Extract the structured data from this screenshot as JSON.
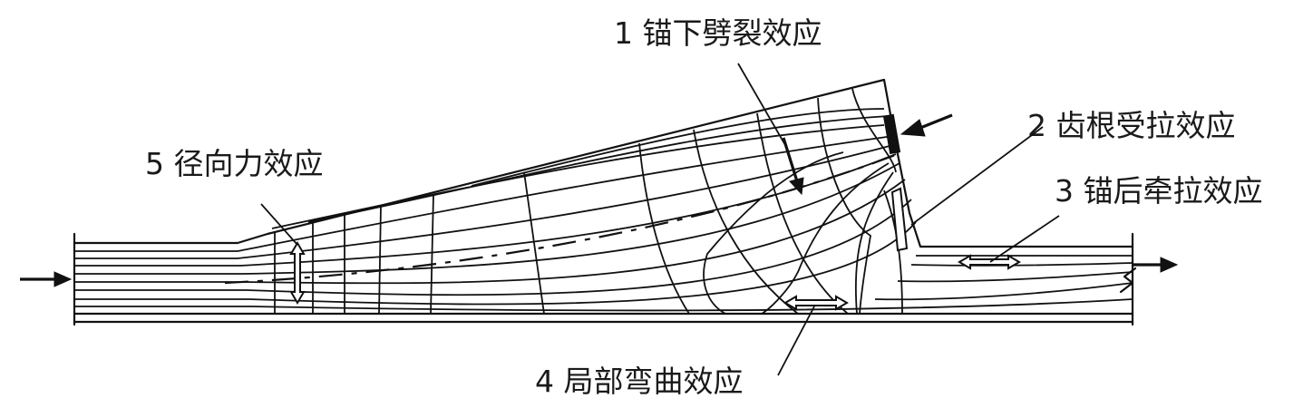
{
  "labels": {
    "anchor_splitting": "1 锚下劈裂效应",
    "tooth_root_tension": "2 齿根受拉效应",
    "anchor_rear_traction": "3 锚后牵拉效应",
    "local_bending": "4 局部弯曲效应",
    "radial_force": "5 径向力效应"
  }
}
